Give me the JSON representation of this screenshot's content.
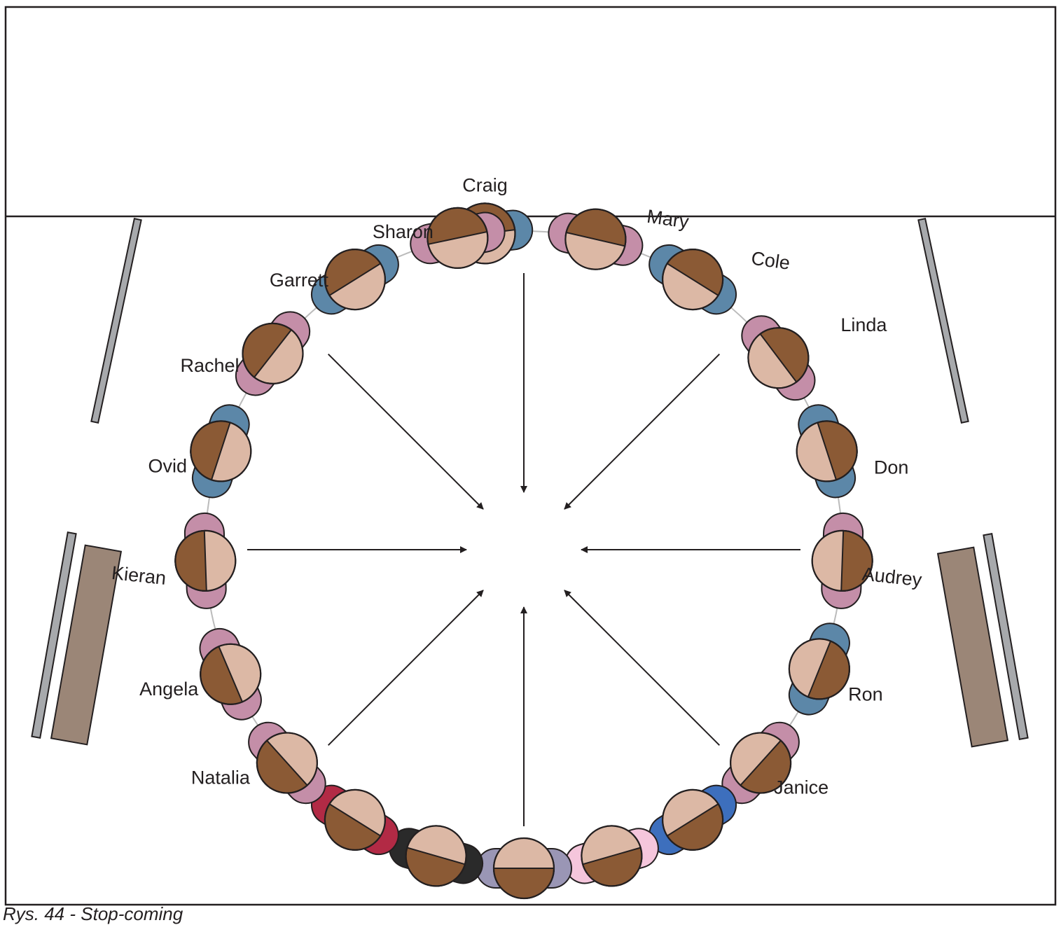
{
  "caption": "Rys. 44 - Stop-coming",
  "people": [
    {
      "name": "Craig",
      "side": "top",
      "body": "#5c87a8"
    },
    {
      "name": "Mary",
      "side": "top",
      "body": "#c48ea8"
    },
    {
      "name": "Cole",
      "side": "top",
      "body": "#5c87a8"
    },
    {
      "name": "Linda",
      "side": "right",
      "body": "#c48ea8"
    },
    {
      "name": "Don",
      "side": "right",
      "body": "#5c87a8"
    },
    {
      "name": "Audrey",
      "side": "right",
      "body": "#c48ea8"
    },
    {
      "name": "Ron",
      "side": "right",
      "body": "#5c87a8"
    },
    {
      "name": "Janice",
      "side": "right",
      "body": "#c48ea8"
    },
    {
      "name": "",
      "side": "bottom",
      "body": "#3d6fbd"
    },
    {
      "name": "",
      "side": "bottom",
      "body": "#f5c6dc"
    },
    {
      "name": "",
      "side": "bottom",
      "body": "#9a96b5"
    },
    {
      "name": "",
      "side": "bottom",
      "body": "#2a2a2a"
    },
    {
      "name": "",
      "side": "bottom",
      "body": "#b22a45"
    },
    {
      "name": "Natalia",
      "side": "left",
      "body": "#c48ea8"
    },
    {
      "name": "Angela",
      "side": "left",
      "body": "#c48ea8"
    },
    {
      "name": "Kieran",
      "side": "left",
      "body": "#c48ea8"
    },
    {
      "name": "Ovid",
      "side": "left",
      "body": "#5c87a8"
    },
    {
      "name": "Rachel",
      "side": "left",
      "body": "#c48ea8"
    },
    {
      "name": "Garrett",
      "side": "left",
      "body": "#5c87a8"
    },
    {
      "name": "Sharon",
      "side": "left",
      "body": "#c48ea8"
    }
  ],
  "colors": {
    "hair": "#8b5a35",
    "face": "#dcb8a5",
    "outline": "#231f20",
    "bench": "#9b8677",
    "rail": "#a7a9ac",
    "frame": "#231f20"
  }
}
